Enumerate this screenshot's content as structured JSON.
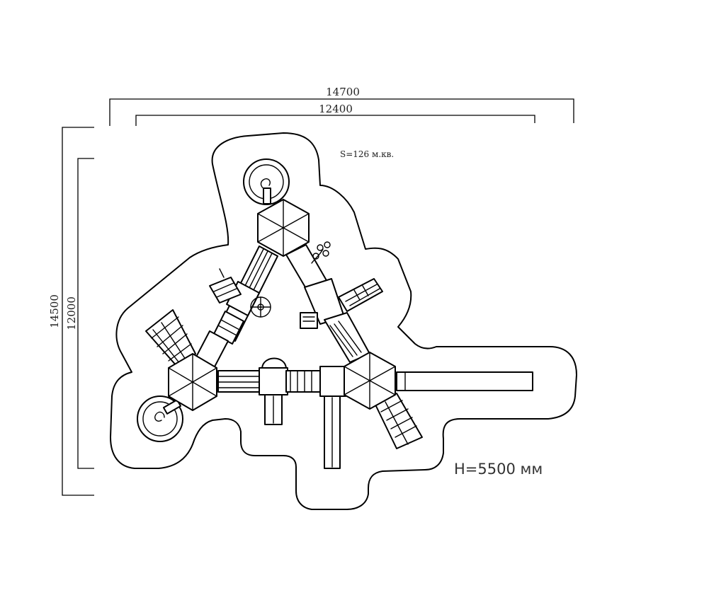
{
  "dimensions": {
    "overall_width": "14700",
    "inner_width": "12400",
    "overall_depth": "14500",
    "inner_depth": "12000"
  },
  "annotations": {
    "area": "S=126 м.кв.",
    "height": "H=5500 мм"
  }
}
